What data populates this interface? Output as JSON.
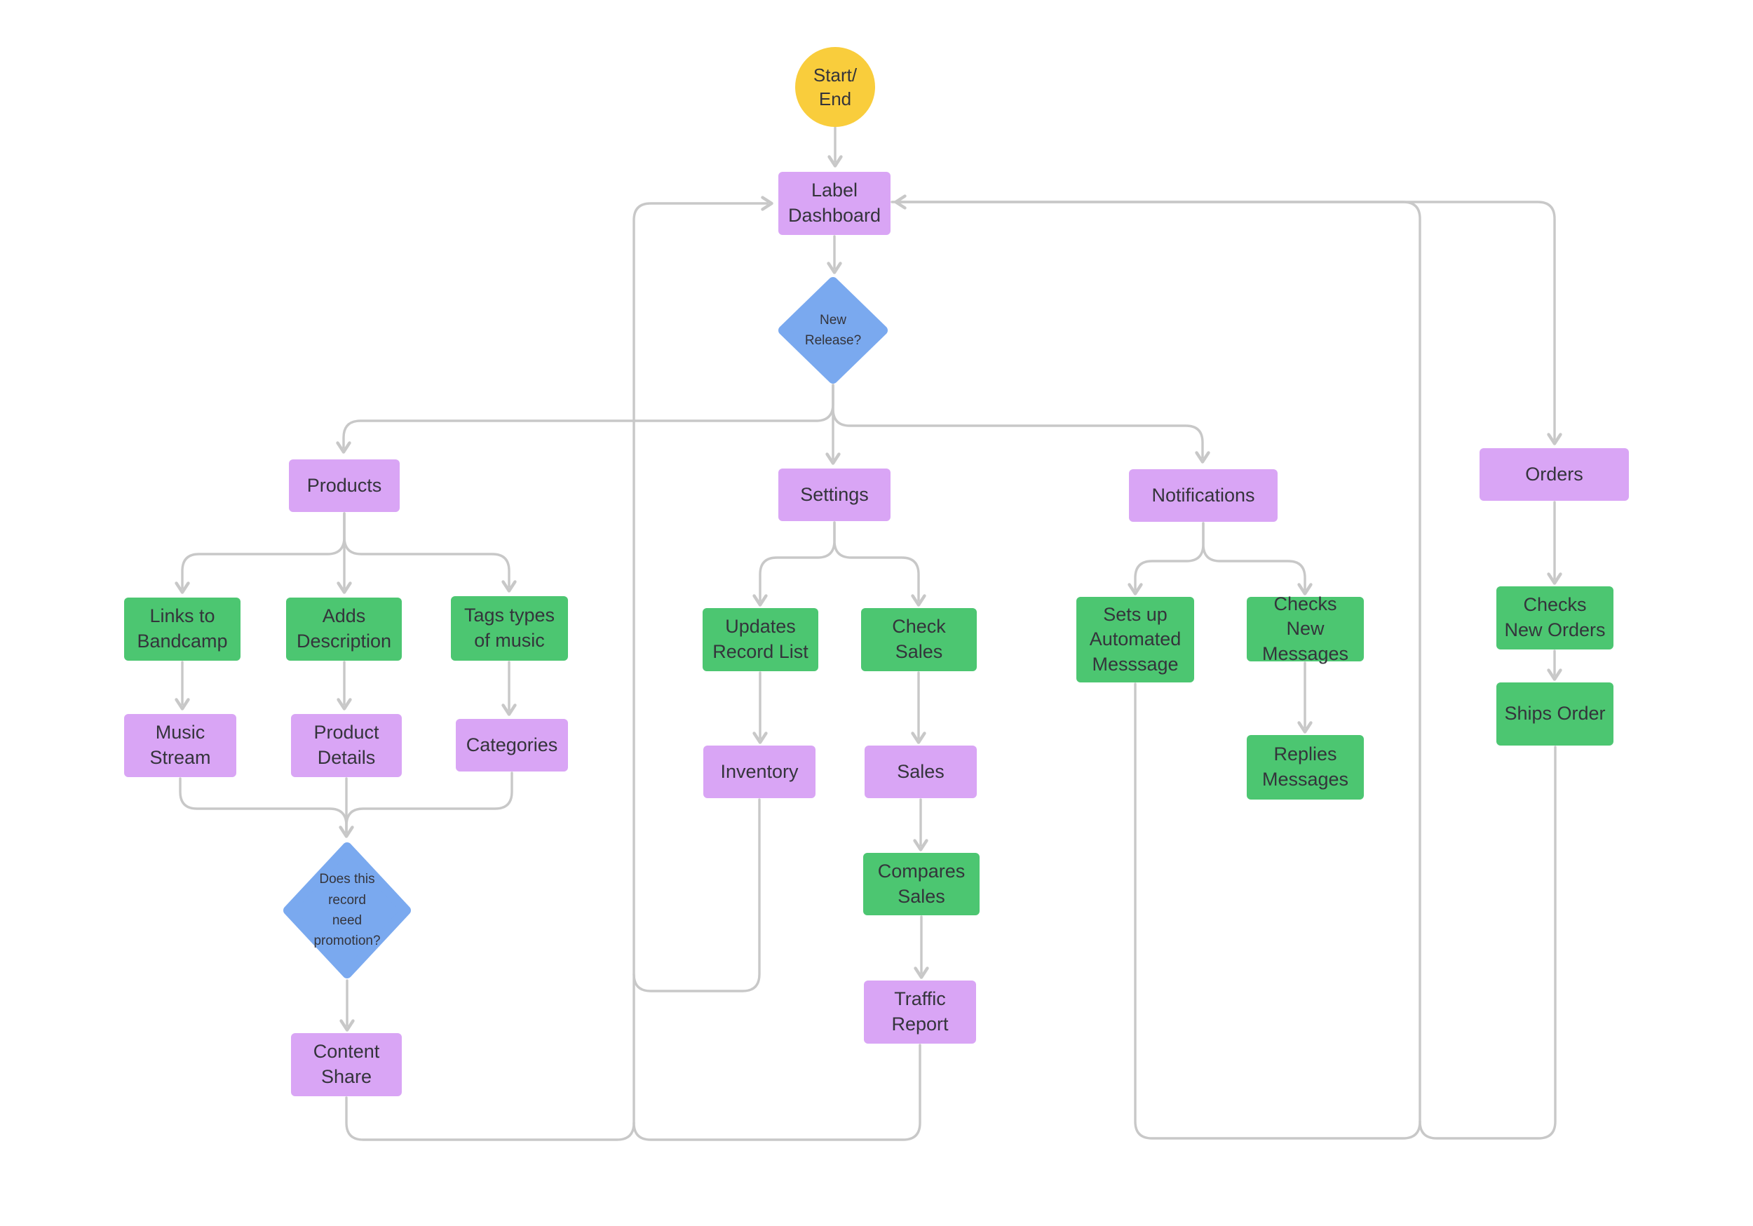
{
  "diagram": {
    "colors": {
      "purple": "#d9a5f5",
      "green": "#4cc671",
      "blue": "#7aa9ef",
      "yellow": "#f9cd3c",
      "line": "#c8c8c8",
      "text": "#34343b"
    },
    "nodes": {
      "start_end": {
        "label": "Start/ End",
        "type": "terminator"
      },
      "label_dashboard": {
        "label": "Label Dashboard",
        "type": "process"
      },
      "new_release": {
        "label": "New Release?",
        "type": "decision"
      },
      "products": {
        "label": "Products",
        "type": "process"
      },
      "links_bandcamp": {
        "label": "Links to Bandcamp",
        "type": "process"
      },
      "adds_description": {
        "label": "Adds Description",
        "type": "process"
      },
      "tags_types": {
        "label": "Tags types of music",
        "type": "process"
      },
      "music_stream": {
        "label": "Music Stream",
        "type": "process"
      },
      "product_details": {
        "label": "Product Details",
        "type": "process"
      },
      "categories": {
        "label": "Categories",
        "type": "process"
      },
      "promo_decision": {
        "label": "Does this record need promotion?",
        "type": "decision"
      },
      "content_share": {
        "label": "Content Share",
        "type": "process"
      },
      "settings": {
        "label": "Settings",
        "type": "process"
      },
      "updates_record_list": {
        "label": "Updates Record List",
        "type": "process"
      },
      "check_sales": {
        "label": "Check Sales",
        "type": "process"
      },
      "inventory": {
        "label": "Inventory",
        "type": "process"
      },
      "sales": {
        "label": "Sales",
        "type": "process"
      },
      "compares_sales": {
        "label": "Compares Sales",
        "type": "process"
      },
      "traffic_report": {
        "label": "Traffic Report",
        "type": "process"
      },
      "notifications": {
        "label": "Notifications",
        "type": "process"
      },
      "sets_up_automated": {
        "label": "Sets up Automated Messsage",
        "type": "process"
      },
      "checks_new_messages": {
        "label": "Checks New Messages",
        "type": "process"
      },
      "replies_messages": {
        "label": "Replies Messages",
        "type": "process"
      },
      "orders": {
        "label": "Orders",
        "type": "process"
      },
      "checks_new_orders": {
        "label": "Checks New Orders",
        "type": "process"
      },
      "ships_order": {
        "label": "Ships Order",
        "type": "process"
      }
    }
  }
}
